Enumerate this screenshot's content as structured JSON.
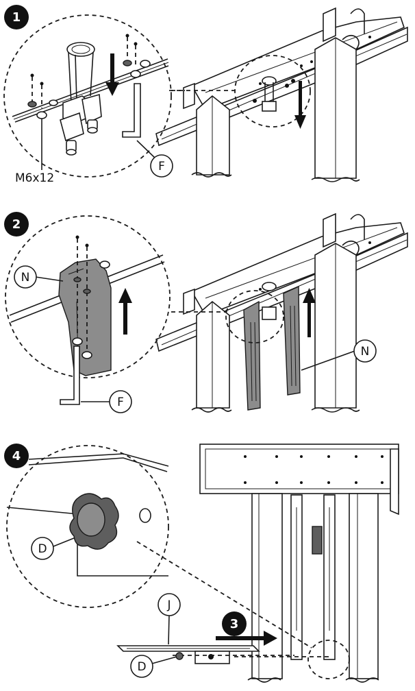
{
  "steps": [
    {
      "number": "1",
      "labels": {
        "screw": "M6x12",
        "tool": "F"
      }
    },
    {
      "number": "2",
      "labels": {
        "bracket_detail": "N",
        "tool": "F",
        "bracket_main": "N"
      }
    },
    {
      "number": "3"
    },
    {
      "number": "4",
      "labels": {
        "knob_detail": "D",
        "shelf": "J",
        "knob_main": "D"
      }
    }
  ],
  "colors": {
    "ink": "#1a1a1a",
    "step_badge": "#111111",
    "part_gray": "#8c8c8c",
    "background": "#ffffff"
  },
  "icons": [
    "arrow-down-icon",
    "arrow-up-icon",
    "arrow-right-icon",
    "hex-key-icon",
    "star-knob-icon"
  ]
}
